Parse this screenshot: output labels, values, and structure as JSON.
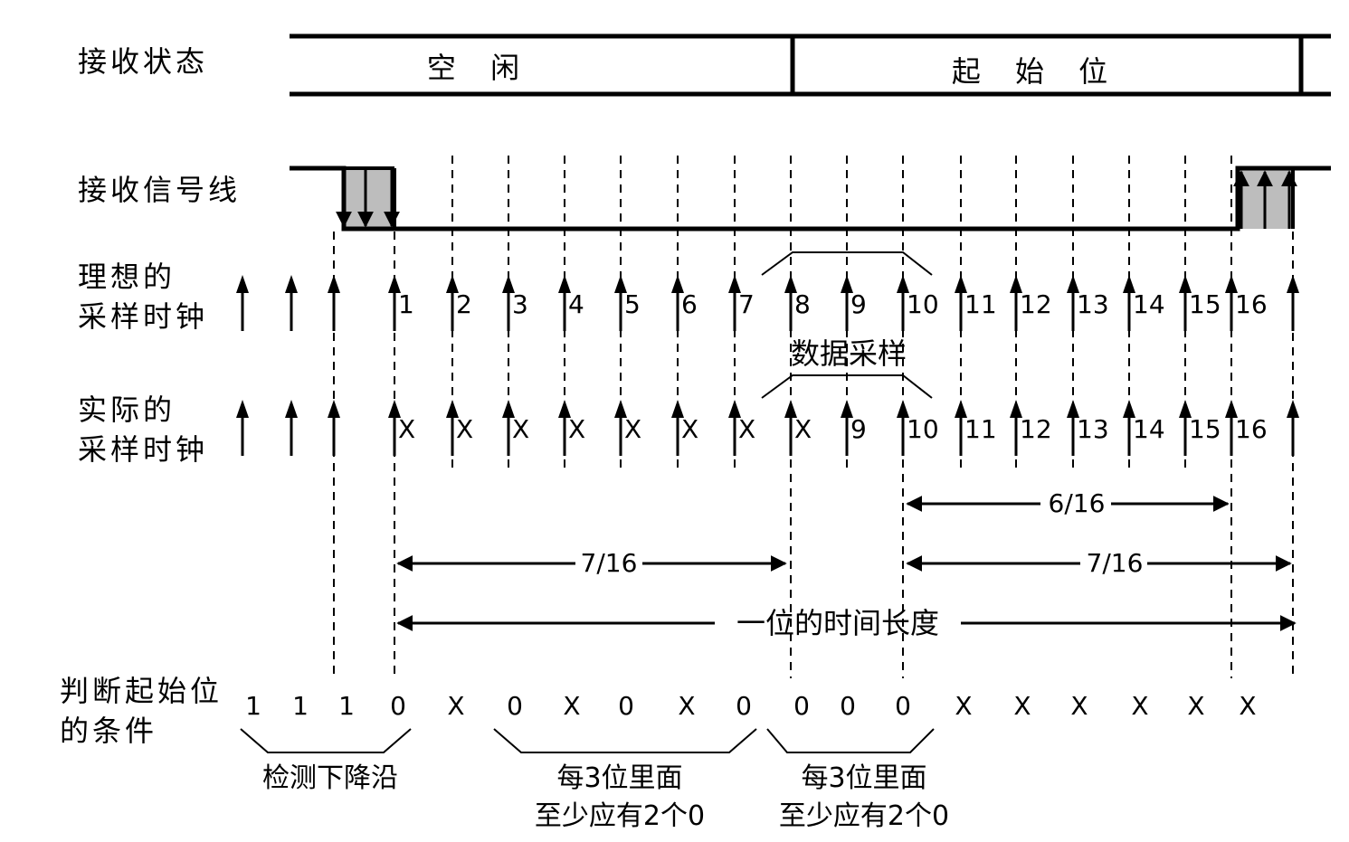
{
  "labels": {
    "receive_state": "接收状态",
    "receive_line": "接收信号线",
    "ideal_clock": "理想的\n采样时钟",
    "actual_clock": "实际的\n采样时钟",
    "start_condition": "判断起始位\n的条件"
  },
  "states": {
    "idle": "空 闲",
    "start": "起 始 位"
  },
  "ideal_sample_labels": [
    "1",
    "2",
    "3",
    "4",
    "5",
    "6",
    "7",
    "8",
    "9",
    "10",
    "11",
    "12",
    "13",
    "14",
    "15",
    "16"
  ],
  "actual_sample_labels": [
    "X",
    "X",
    "X",
    "X",
    "X",
    "X",
    "X",
    "X",
    "9",
    "10",
    "11",
    "12",
    "13",
    "14",
    "15",
    "16"
  ],
  "data_sampling": "数据采样",
  "intervals": {
    "six_sixteenths": "6/16",
    "seven_sixteenths_a": "7/16",
    "seven_sixteenths_b": "7/16",
    "bit_time": "一位的时间长度"
  },
  "condition_values": [
    "1",
    "1",
    "1",
    "0",
    "X",
    "0",
    "X",
    "0",
    "X",
    "0",
    "0",
    "0",
    "0",
    "X",
    "X",
    "X",
    "X",
    "X",
    "X"
  ],
  "notes": {
    "falling_edge": "检测下降沿",
    "group1": "每3位里面\n至少应有2个0",
    "group2": "每3位里面\n至少应有2个0"
  }
}
